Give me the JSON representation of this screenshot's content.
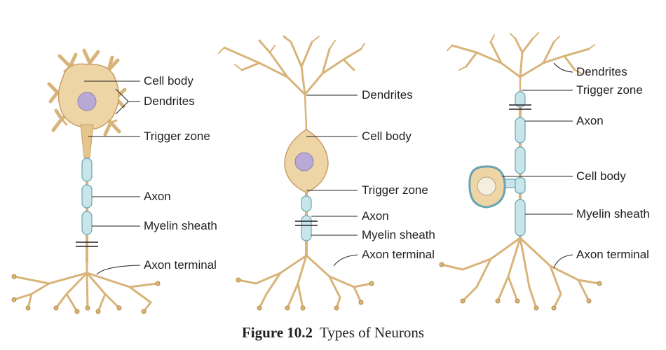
{
  "caption": {
    "figure": "Figure 10.2",
    "title": "Types of Neurons"
  },
  "neurons": [
    {
      "labels": [
        "Cell body",
        "Dendrites",
        "Trigger zone",
        "Axon",
        "Myelin sheath",
        "Axon terminal"
      ]
    },
    {
      "labels": [
        "Dendrites",
        "Cell body",
        "Trigger zone",
        "Axon",
        "Myelin sheath",
        "Axon terminal"
      ]
    },
    {
      "labels": [
        "Dendrites",
        "Trigger zone",
        "Axon",
        "Cell body",
        "Myelin sheath",
        "Axon terminal"
      ]
    }
  ],
  "colors": {
    "neuron": "#d8b47a",
    "nucleus": "#b9a9d6",
    "myelin": "#c8e6ea"
  }
}
